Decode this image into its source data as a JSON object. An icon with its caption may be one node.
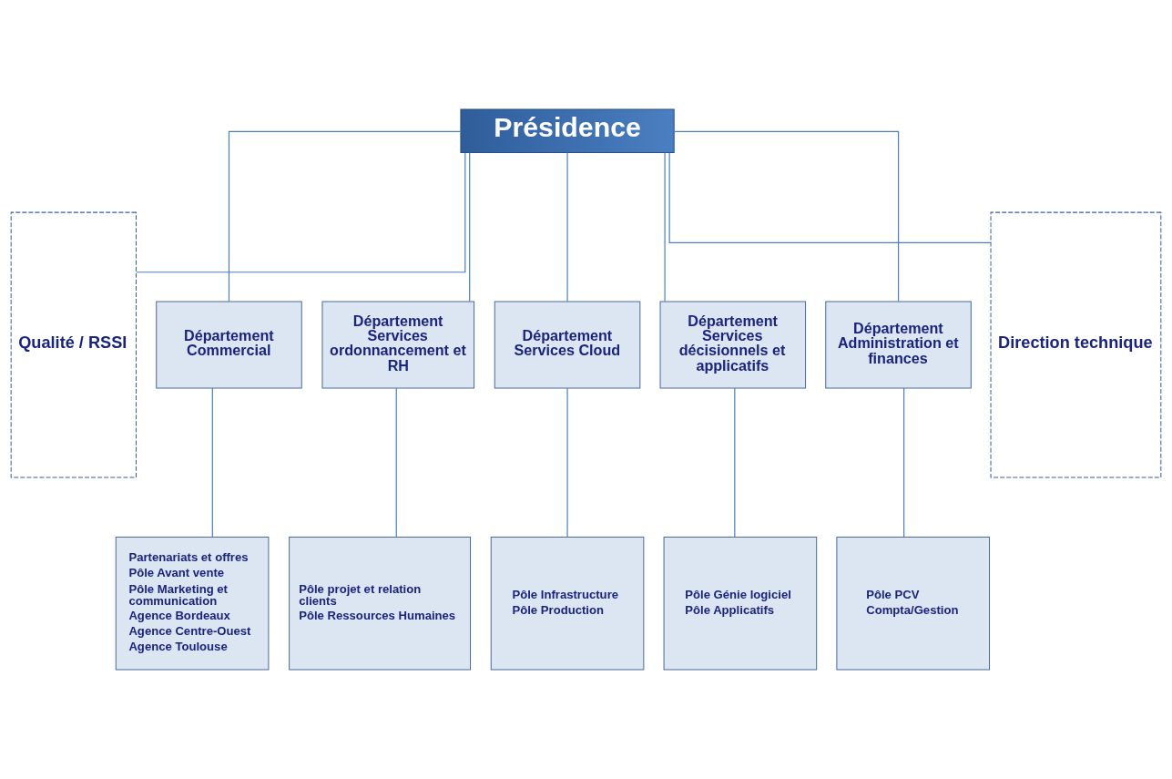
{
  "diagram": {
    "nodes": [
      {
        "text": [
          "Présidence"
        ]
      },
      {
        "text": [
          "Qualité / RSSI"
        ]
      },
      {
        "text": [
          "Direction technique"
        ]
      },
      {
        "text": [
          "Département Commercial"
        ]
      },
      {
        "text": [
          "Département Services ordonnancement et RH"
        ]
      },
      {
        "text": [
          "Département Services Cloud"
        ]
      },
      {
        "text": [
          "Département Services décisionnels et applicatifs"
        ]
      },
      {
        "text": [
          "Département Administration et finances"
        ]
      },
      {
        "text": [
          "Partenariats et offres",
          "Pôle Avant vente",
          "Pôle Marketing et communication",
          "Agence Bordeaux",
          "Agence Centre-Ouest",
          "Agence Toulouse"
        ]
      },
      {
        "text": [
          "Pôle projet et relation clients",
          "Pôle Ressources Humaines"
        ]
      },
      {
        "text": [
          "Pôle Infrastructure",
          "Pôle Production"
        ]
      },
      {
        "text": [
          "Pôle Génie logiciel",
          "Pôle Applicatifs"
        ]
      },
      {
        "text": [
          "Pôle PCV",
          "Compta/Gestion"
        ]
      }
    ],
    "edges": [
      {
        "from": 0,
        "to": 1,
        "arrow": "none"
      },
      {
        "from": 0,
        "to": 2,
        "arrow": "none"
      },
      {
        "from": 0,
        "to": 3,
        "arrow": "none"
      },
      {
        "from": 0,
        "to": 4,
        "arrow": "none"
      },
      {
        "from": 0,
        "to": 5,
        "arrow": "none"
      },
      {
        "from": 0,
        "to": 6,
        "arrow": "none"
      },
      {
        "from": 0,
        "to": 7,
        "arrow": "none"
      },
      {
        "from": 3,
        "to": 8,
        "arrow": "none"
      },
      {
        "from": 4,
        "to": 9,
        "arrow": "none"
      },
      {
        "from": 5,
        "to": 10,
        "arrow": "none"
      },
      {
        "from": 6,
        "to": 11,
        "arrow": "none"
      },
      {
        "from": 7,
        "to": 12,
        "arrow": "none"
      }
    ]
  }
}
